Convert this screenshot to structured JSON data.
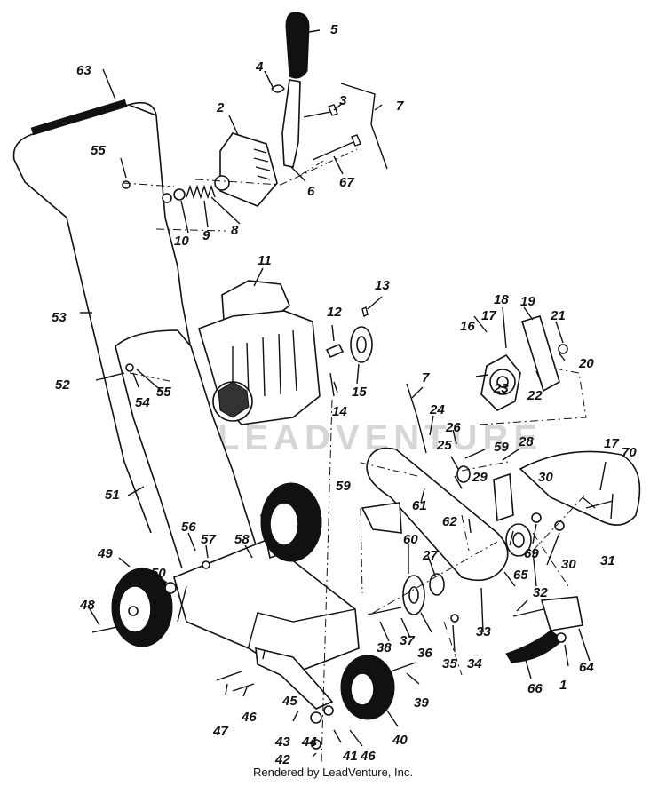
{
  "watermark": "LEADVENTURE",
  "footer": "Rendered by LeadVenture, Inc.",
  "callouts": [
    "1",
    "2",
    "3",
    "4",
    "5",
    "6",
    "7",
    "7",
    "8",
    "9",
    "10",
    "11",
    "12",
    "13",
    "14",
    "15",
    "16",
    "17",
    "17",
    "18",
    "19",
    "20",
    "21",
    "22",
    "23",
    "24",
    "25",
    "26",
    "27",
    "28",
    "29",
    "30",
    "30",
    "31",
    "32",
    "33",
    "34",
    "35",
    "36",
    "37",
    "38",
    "39",
    "40",
    "41",
    "42",
    "43",
    "44",
    "45",
    "46",
    "46",
    "47",
    "48",
    "49",
    "50",
    "51",
    "52",
    "53",
    "54",
    "55",
    "55",
    "56",
    "57",
    "58",
    "59",
    "59",
    "60",
    "61",
    "62",
    "63",
    "64",
    "65",
    "66",
    "67",
    "69",
    "70"
  ]
}
